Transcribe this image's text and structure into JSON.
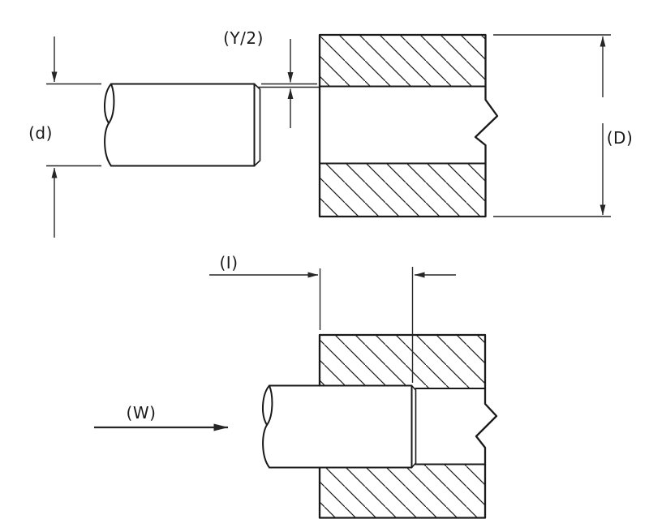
{
  "labels": {
    "y_half": "(Y/2)",
    "d": "(d)",
    "D": "(D)",
    "I": "(I)",
    "W": "(W)"
  },
  "colors": {
    "line": "#1a1a1a",
    "dimension": "#262626",
    "background": "#ffffff"
  }
}
